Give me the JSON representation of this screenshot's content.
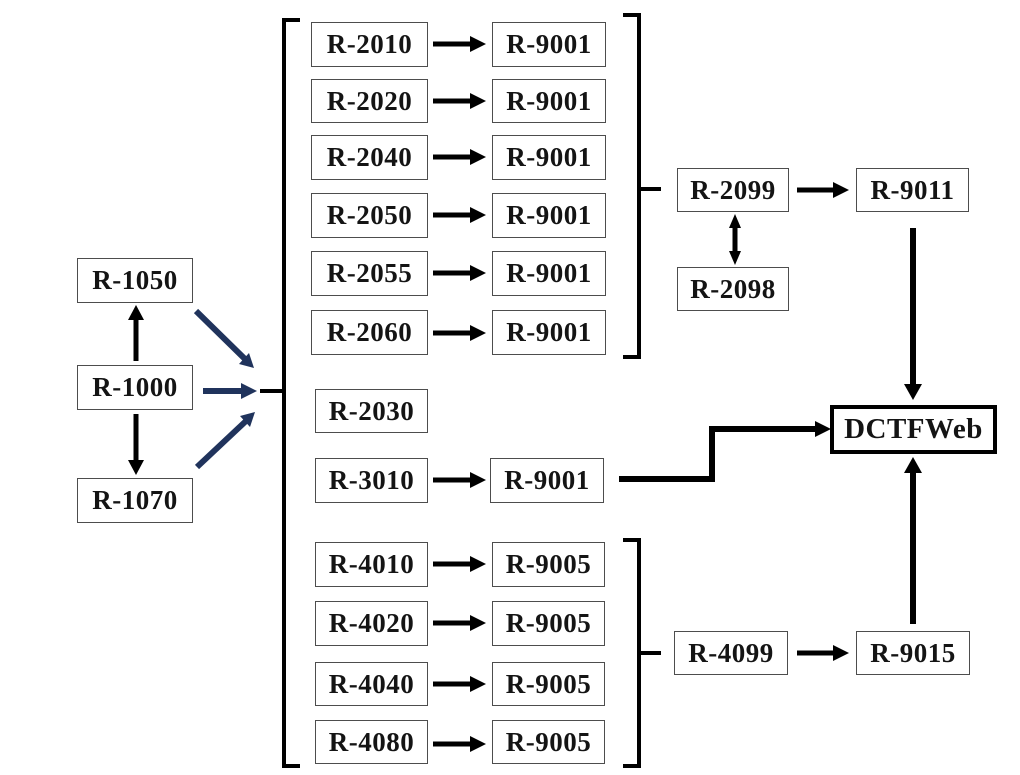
{
  "diagram": {
    "background_color": "#ffffff",
    "colors": {
      "box_border": "#4d4d4d",
      "box_text": "#141414",
      "arrow_black": "#000000",
      "arrow_blue_accent": "#20335c",
      "dctfweb_border": "#000000"
    },
    "nodes": {
      "r1050": "R-1050",
      "r1000": "R-1000",
      "r1070": "R-1070",
      "r2010": "R-2010",
      "r2020": "R-2020",
      "r2030": "R-2030",
      "r2040": "R-2040",
      "r2050": "R-2050",
      "r2055": "R-2055",
      "r2060": "R-2060",
      "r2098": "R-2098",
      "r2099": "R-2099",
      "r3010": "R-3010",
      "r4010": "R-4010",
      "r4020": "R-4020",
      "r4040": "R-4040",
      "r4080": "R-4080",
      "r4099": "R-4099",
      "r9001": "R-9001",
      "r9005": "R-9005",
      "r9011": "R-9011",
      "r9015": "R-9015",
      "dctfweb": "DCTFWeb"
    },
    "edges": [
      {
        "from": "R-1000",
        "to": "R-1050"
      },
      {
        "from": "R-1000",
        "to": "R-1070"
      },
      {
        "from": "R-1050",
        "to": "main-bracket"
      },
      {
        "from": "R-1000",
        "to": "main-bracket"
      },
      {
        "from": "R-1070",
        "to": "main-bracket"
      },
      {
        "from": "R-2010",
        "to": "R-9001"
      },
      {
        "from": "R-2020",
        "to": "R-9001"
      },
      {
        "from": "R-2040",
        "to": "R-9001"
      },
      {
        "from": "R-2050",
        "to": "R-9001"
      },
      {
        "from": "R-2055",
        "to": "R-9001"
      },
      {
        "from": "R-2060",
        "to": "R-9001"
      },
      {
        "from": "group-r2000",
        "to": "R-2099"
      },
      {
        "from": "R-2099",
        "to": "R-9011"
      },
      {
        "from": "R-2099",
        "to": "R-2098",
        "bidirectional": true
      },
      {
        "from": "R-9011",
        "to": "DCTFWeb"
      },
      {
        "from": "R-3010",
        "to": "R-9001"
      },
      {
        "from": "R-9001",
        "to": "DCTFWeb"
      },
      {
        "from": "R-4010",
        "to": "R-9005"
      },
      {
        "from": "R-4020",
        "to": "R-9005"
      },
      {
        "from": "R-4040",
        "to": "R-9005"
      },
      {
        "from": "R-4080",
        "to": "R-9005"
      },
      {
        "from": "group-r4000",
        "to": "R-4099"
      },
      {
        "from": "R-4099",
        "to": "R-9015"
      },
      {
        "from": "R-9015",
        "to": "DCTFWeb"
      }
    ]
  }
}
